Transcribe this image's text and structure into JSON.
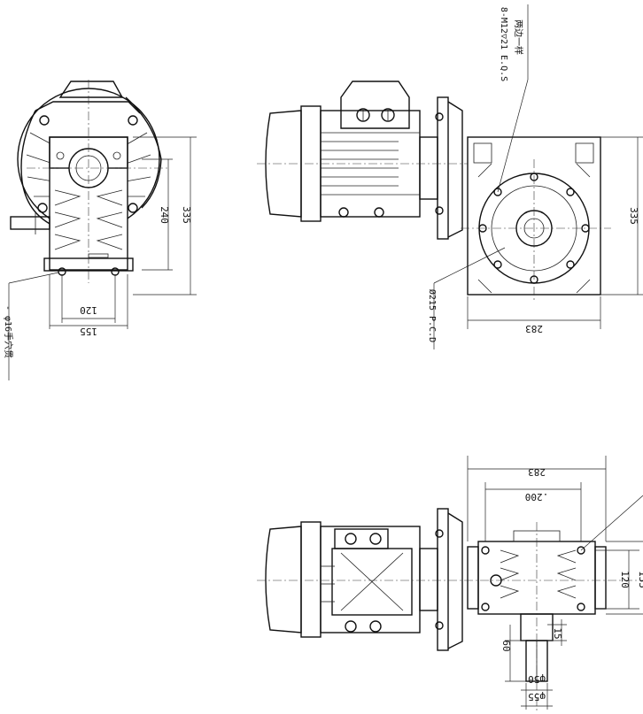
{
  "drawing": {
    "views": {
      "front": {
        "dim_width_inner": "120",
        "dim_width_outer": "155",
        "dim_height_inner": "240",
        "dim_height_outer": "335",
        "callout": "- φ16手穴贯"
      },
      "side": {
        "dim_height": "335",
        "dim_width": "283",
        "pcd": "Ø215 P.C.D",
        "holes": "8-M12▽21 E.Q.S",
        "holes_note": "两边一样"
      },
      "top": {
        "dim_width_outer": "283",
        "dim_width_inner": ".200",
        "dim_depth_inner": "120",
        "dim_depth_outer": "155",
        "shaft_len": "60",
        "key_len": "15",
        "shaft_dia_a": "φ50",
        "shaft_dia_b": "φ55"
      }
    },
    "icons": {
      "centerline": "centerline-icon",
      "bolt": "bolt-hole-icon"
    }
  }
}
